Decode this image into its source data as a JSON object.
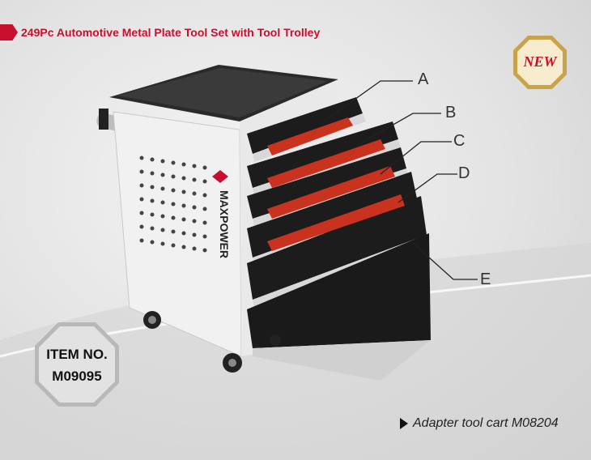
{
  "title": "249Pc Automotive Metal Plate Tool Set with Tool Trolley",
  "badge_new": "NEW",
  "brand_logo_text": "MAXPOWER",
  "callouts": [
    "A",
    "B",
    "C",
    "D",
    "E"
  ],
  "item_number": {
    "label": "ITEM NO.",
    "code": "M09095"
  },
  "adapter_note": "Adapter tool cart M08204",
  "colors": {
    "accent": "#c8102e",
    "gold": "#c9a24a",
    "cabinet": "#f3f3f3",
    "drawer_front": "#1c1c1c"
  }
}
